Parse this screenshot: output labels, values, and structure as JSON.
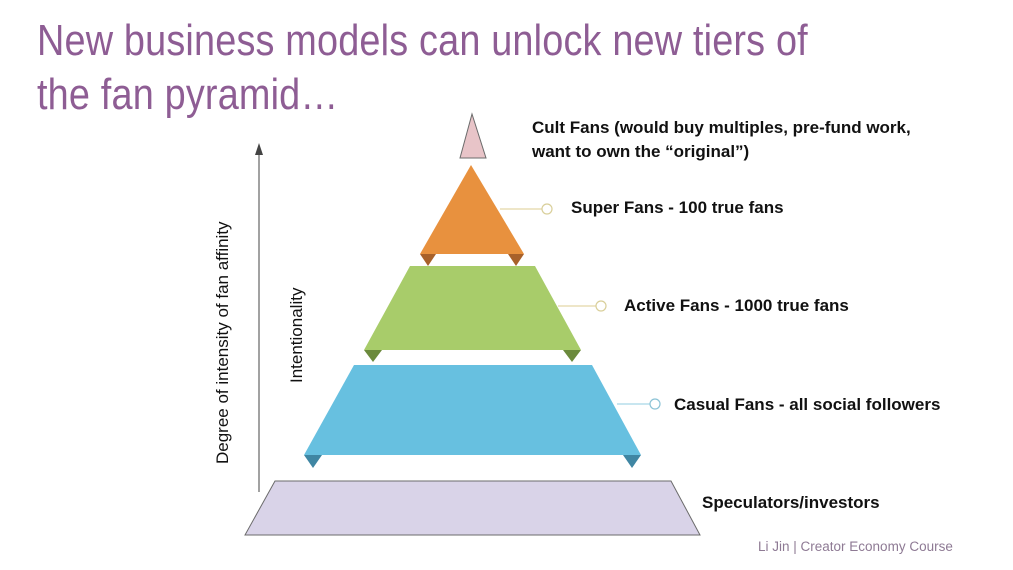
{
  "title": "New business models can unlock new tiers of the fan pyramid…",
  "axes": {
    "vertical_outer": "Degree of intensity of fan affinity",
    "vertical_inner": "Intentionality"
  },
  "tiers": [
    {
      "label": "Cult Fans (would buy multiples, pre-fund work,",
      "label_line2": "want to own the “original”)",
      "color": "#e8c4c8"
    },
    {
      "label": "Super Fans - 100 true fans",
      "color": "#e8913e"
    },
    {
      "label": "Active Fans - 1000 true fans",
      "color": "#a8cc6a"
    },
    {
      "label": "Casual Fans - all social followers",
      "color": "#67c0e0"
    },
    {
      "label": "Speculators/investors",
      "color": "#d9d3e8"
    }
  ],
  "footer": "Li Jin | Creator Economy Course"
}
